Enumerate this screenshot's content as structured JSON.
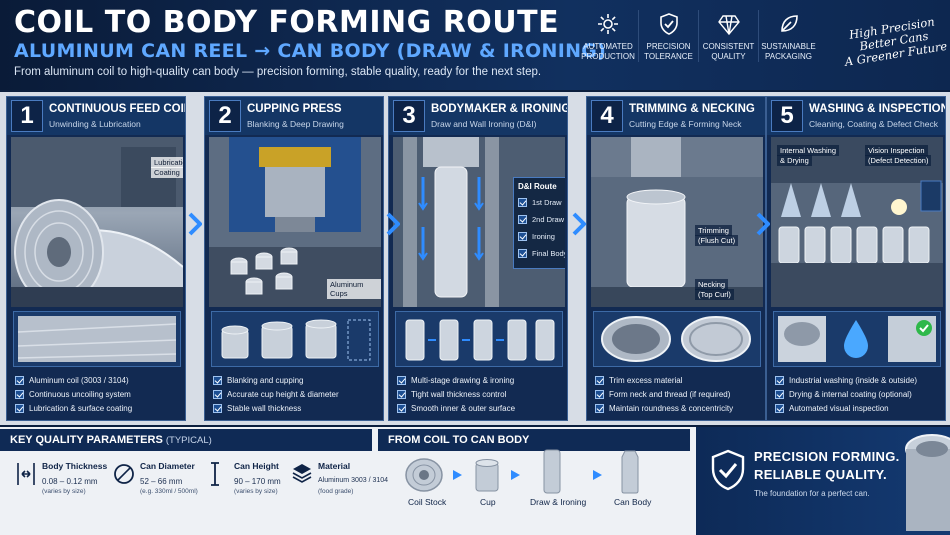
{
  "header": {
    "title": "COIL TO BODY FORMING ROUTE",
    "subtitle": "ALUMINUM CAN REEL → CAN BODY (DRAW & IRONING)",
    "tagline": "From aluminum coil to high-quality can body — precision forming, stable quality, ready for the next step.",
    "benefits": [
      {
        "icon": "gear-icon",
        "line1": "AUTOMATED",
        "line2": "PRODUCTION"
      },
      {
        "icon": "shield-check-icon",
        "line1": "PRECISION",
        "line2": "TOLERANCE"
      },
      {
        "icon": "diamond-icon",
        "line1": "CONSISTENT",
        "line2": "QUALITY"
      },
      {
        "icon": "leaf-icon",
        "line1": "SUSTAINABLE",
        "line2": "PACKAGING"
      }
    ],
    "slogan": [
      "High Precision",
      "Better Cans",
      "A Greener Future"
    ]
  },
  "steps": [
    {
      "num": "1",
      "title": "CONTINUOUS FEED COIL",
      "sub": "Unwinding & Lubrication",
      "photo_labels": [
        "Lubrication",
        "Coating"
      ],
      "bullets": [
        "Aluminum coil (3003 / 3104)",
        "Continuous uncoiling system",
        "Lubrication & surface coating"
      ]
    },
    {
      "num": "2",
      "title": "CUPPING PRESS",
      "sub": "Blanking & Deep Drawing",
      "photo_labels": [
        "Aluminum Cups"
      ],
      "bullets": [
        "Blanking and cupping",
        "Accurate cup height & diameter",
        "Stable wall thickness"
      ]
    },
    {
      "num": "3",
      "title": "BODYMAKER & IRONING",
      "sub": "Draw and Wall Ironing (D&I)",
      "route_title": "D&I Route",
      "route_items": [
        "1st Draw",
        "2nd Draw",
        "Ironing",
        "Final Body"
      ],
      "bullets": [
        "Multi-stage drawing & ironing",
        "Tight wall thickness control",
        "Smooth inner & outer surface"
      ]
    },
    {
      "num": "4",
      "title": "TRIMMING & NECKING",
      "sub": "Cutting Edge & Forming Neck",
      "photo_labels": [
        "Trimming",
        "(Flush Cut)",
        "Necking",
        "(Top Curl)"
      ],
      "bullets": [
        "Trim excess material",
        "Form neck and thread (if required)",
        "Maintain roundness & concentricity"
      ]
    },
    {
      "num": "5",
      "title": "WASHING & INSPECTION",
      "sub": "Cleaning, Coating & Defect Check",
      "photo_labels": [
        "Internal Washing",
        "& Drying",
        "Vision Inspection",
        "(Defect Detection)"
      ],
      "bullets": [
        "Industrial washing (inside & outside)",
        "Drying & internal coating (optional)",
        "Automated visual inspection"
      ]
    }
  ],
  "quality": {
    "title": "KEY QUALITY PARAMETERS",
    "title_note": "(TYPICAL)",
    "params": [
      {
        "icon": "thickness-icon",
        "label": "Body Thickness",
        "value": "0.08 – 0.12 mm",
        "note": "(varies by size)"
      },
      {
        "icon": "diameter-icon",
        "label": "Can Diameter",
        "value": "52 – 66 mm",
        "note": "(e.g. 330ml / 500ml)"
      },
      {
        "icon": "height-icon",
        "label": "Can Height",
        "value": "90 – 170 mm",
        "note": "(varies by size)"
      },
      {
        "icon": "layers-icon",
        "label": "Material",
        "value": "Aluminum 3003 / 3104",
        "note": "(food grade)"
      }
    ]
  },
  "flow": {
    "title": "FROM COIL TO CAN BODY",
    "items": [
      "Coil Stock",
      "Cup",
      "Draw & Ironing",
      "Can Body"
    ]
  },
  "promise": {
    "line1": "PRECISION FORMING.",
    "line2": "RELIABLE QUALITY.",
    "sub": "The foundation for a perfect can."
  },
  "colors": {
    "navy": "#0b1e3d",
    "accent_blue": "#5fa8ff",
    "card_blue": "#122a52",
    "arrow_blue": "#2f8cff"
  }
}
